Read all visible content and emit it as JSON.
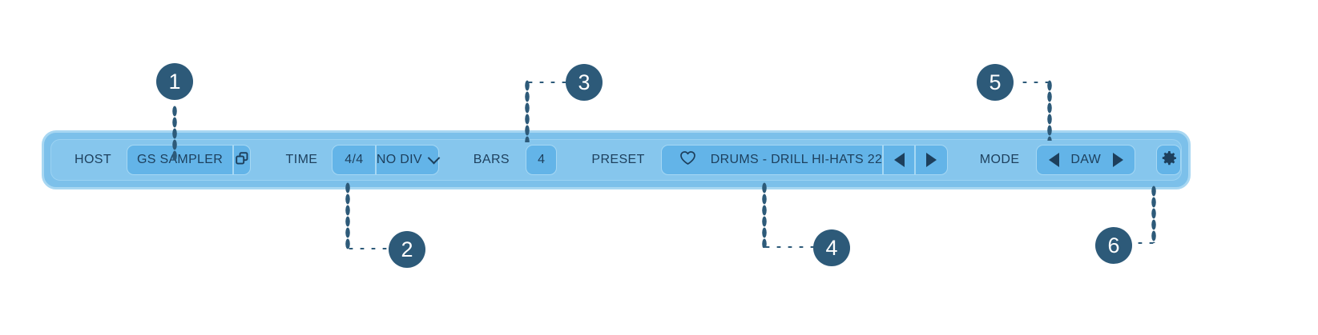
{
  "toolbar": {
    "host": {
      "label": "HOST",
      "value": "GS SAMPLER",
      "action_icon": "copy-icon"
    },
    "time": {
      "label": "TIME",
      "signature": "4/4",
      "division": "NO DIV",
      "division_caret_icon": "chevron-down-icon"
    },
    "bars": {
      "label": "BARS",
      "value": "4"
    },
    "preset": {
      "label": "PRESET",
      "favorite_icon": "heart-icon",
      "value": "DRUMS - DRILL HI-HATS 22",
      "prev_icon": "triangle-left-icon",
      "next_icon": "triangle-right-icon"
    },
    "mode": {
      "label": "MODE",
      "value": "DAW",
      "prev_icon": "triangle-left-icon",
      "next_icon": "triangle-right-icon"
    },
    "settings": {
      "icon": "gear-icon"
    }
  },
  "callouts": [
    {
      "id": "1",
      "number": "1"
    },
    {
      "id": "2",
      "number": "2"
    },
    {
      "id": "3",
      "number": "3"
    },
    {
      "id": "4",
      "number": "4"
    },
    {
      "id": "5",
      "number": "5"
    },
    {
      "id": "6",
      "number": "6"
    }
  ],
  "colors": {
    "background": "#ffffff",
    "toolbar_outer": "#7cc0ea",
    "toolbar_outer_border": "#a8d7f2",
    "toolbar_inner": "#86c6ed",
    "control_fill": "#63b4e8",
    "control_border": "#a6d8f4",
    "text": "#1d3f5c",
    "badge": "#2d5a79",
    "badge_text": "#ffffff"
  }
}
